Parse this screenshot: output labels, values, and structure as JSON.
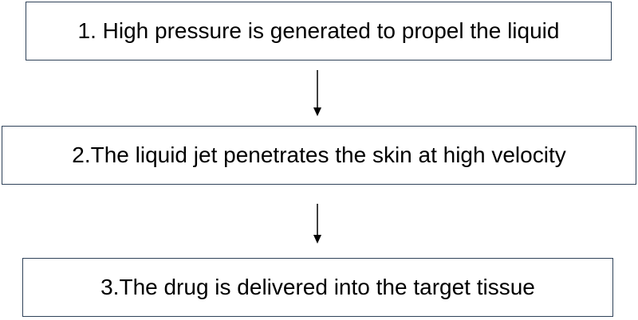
{
  "steps": [
    {
      "text": "1. High pressure is generated to propel the liquid"
    },
    {
      "text": "2.The liquid jet penetrates the skin at high velocity"
    },
    {
      "text": "3.The drug is delivered into the target tissue"
    }
  ],
  "colors": {
    "box_border": "#2f4259",
    "text": "#000000",
    "arrow": "#000000",
    "background": "#ffffff"
  }
}
